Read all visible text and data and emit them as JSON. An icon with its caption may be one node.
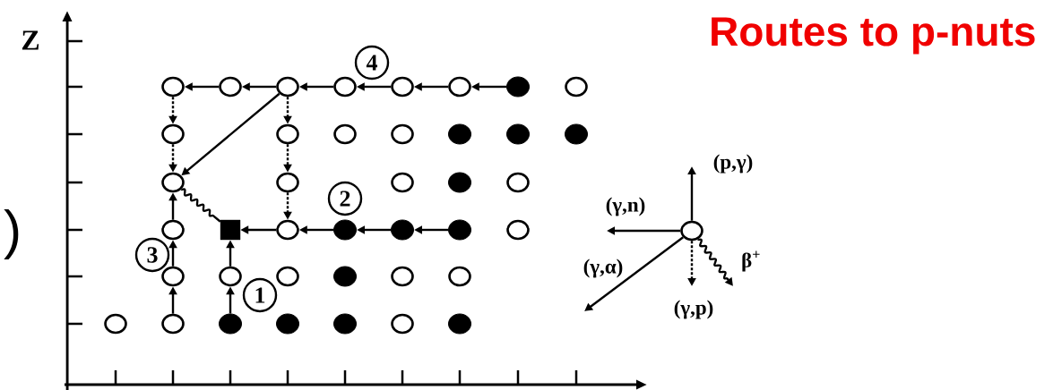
{
  "diagram": {
    "title": "Routes to p-nuts",
    "nodes": [
      {
        "text": [],
        "shape": "circle"
      },
      {
        "text": [],
        "shape": "circle"
      },
      {
        "text": [],
        "shape": "circle"
      },
      {
        "text": [],
        "shape": "circle"
      },
      {
        "text": [],
        "shape": "circle"
      },
      {
        "text": [],
        "shape": "circle"
      },
      {
        "text": [],
        "shape": "dot"
      },
      {
        "text": [],
        "shape": "circle"
      },
      {
        "text": [],
        "shape": "circle"
      },
      {
        "text": [],
        "shape": "circle"
      },
      {
        "text": [],
        "shape": "circle"
      },
      {
        "text": [],
        "shape": "circle"
      },
      {
        "text": [],
        "shape": "dot"
      },
      {
        "text": [],
        "shape": "dot"
      },
      {
        "text": [],
        "shape": "dot"
      },
      {
        "text": [],
        "shape": "circle"
      },
      {
        "text": [],
        "shape": "circle"
      },
      {
        "text": [],
        "shape": "circle"
      },
      {
        "text": [],
        "shape": "dot"
      },
      {
        "text": [],
        "shape": "circle"
      },
      {
        "text": [],
        "shape": "circle"
      },
      {
        "text": [],
        "shape": "square"
      },
      {
        "text": [],
        "shape": "circle"
      },
      {
        "text": [],
        "shape": "dot"
      },
      {
        "text": [],
        "shape": "dot"
      },
      {
        "text": [],
        "shape": "dot"
      },
      {
        "text": [],
        "shape": "circle"
      },
      {
        "text": [],
        "shape": "circle"
      },
      {
        "text": [],
        "shape": "circle"
      },
      {
        "text": [],
        "shape": "circle"
      },
      {
        "text": [],
        "shape": "circle"
      },
      {
        "text": [],
        "shape": "dot"
      },
      {
        "text": [],
        "shape": "circle"
      },
      {
        "text": [],
        "shape": "circle"
      },
      {
        "text": [],
        "shape": "circle"
      },
      {
        "text": [],
        "shape": "circle"
      },
      {
        "text": [],
        "shape": "dot"
      },
      {
        "text": [],
        "shape": "dot"
      },
      {
        "text": [],
        "shape": "dot"
      },
      {
        "text": [],
        "shape": "circle"
      },
      {
        "text": [],
        "shape": "dot"
      }
    ],
    "edges": [
      {
        "from": 6,
        "to": 5,
        "arrow": "to"
      },
      {
        "from": 5,
        "to": 4,
        "arrow": "to"
      },
      {
        "from": 4,
        "to": 3,
        "arrow": "to"
      },
      {
        "from": 3,
        "to": 2,
        "arrow": "to"
      },
      {
        "from": 2,
        "to": 1,
        "arrow": "to"
      },
      {
        "from": 1,
        "to": 0,
        "arrow": "to"
      },
      {
        "from": 0,
        "to": 8,
        "arrow": "to",
        "style": "dashed"
      },
      {
        "from": 8,
        "to": 15,
        "arrow": "to",
        "style": "dashed"
      },
      {
        "from": 2,
        "to": 9,
        "arrow": "to",
        "style": "dashed"
      },
      {
        "from": 9,
        "to": 16,
        "arrow": "to",
        "style": "dashed"
      },
      {
        "from": 16,
        "to": 22,
        "arrow": "to",
        "style": "dashed"
      },
      {
        "from": 2,
        "to": 15,
        "arrow": "to"
      },
      {
        "from": 35,
        "to": 28,
        "arrow": "to"
      },
      {
        "from": 28,
        "to": 20,
        "arrow": "to"
      },
      {
        "from": 20,
        "to": 15,
        "arrow": "to"
      },
      {
        "from": 36,
        "to": 29,
        "arrow": "to"
      },
      {
        "from": 29,
        "to": 21,
        "arrow": "to"
      },
      {
        "from": 25,
        "to": 24,
        "arrow": "to"
      },
      {
        "from": 24,
        "to": 23,
        "arrow": "to"
      },
      {
        "from": 23,
        "to": 22,
        "arrow": "to"
      },
      {
        "from": 22,
        "to": 21,
        "arrow": "to"
      },
      {
        "from": 15,
        "to": 21,
        "arrow": "none"
      },
      {
        "from": 27,
        "to": null,
        "arrow": "to",
        "label": "(p,γ)"
      },
      {
        "from": 27,
        "to": null,
        "arrow": "to",
        "label": "(γ,n)"
      },
      {
        "from": 27,
        "to": null,
        "arrow": "to",
        "label": "(γ,α)"
      },
      {
        "from": 27,
        "to": null,
        "arrow": "to",
        "label": "(γ,p)",
        "style": "dashed"
      },
      {
        "from": 27,
        "to": null,
        "arrow": "to",
        "label": "β$^{+}$"
      }
    ],
    "labels": [
      "Z",
      "4",
      "2",
      ")",
      "3",
      "1"
    ]
  }
}
